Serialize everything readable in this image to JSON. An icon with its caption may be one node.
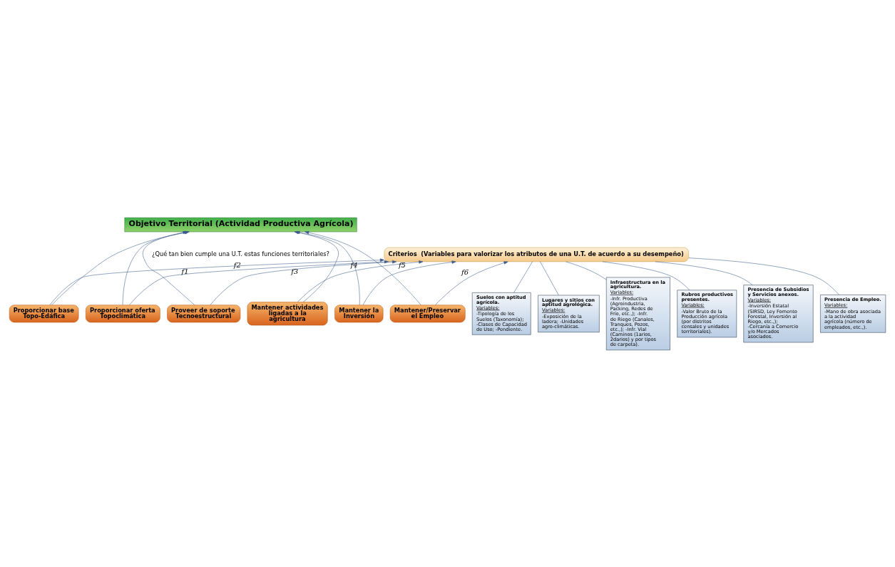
{
  "diagram": {
    "nodes": [
      {
        "text": [
          "Objetivo Territorial (Actividad Productiva Agrícola)"
        ]
      },
      {
        "text": [
          "Proporcionar base Topo-Edáfica"
        ]
      },
      {
        "text": [
          "Proporcionar oferta Topoclimática"
        ]
      },
      {
        "text": [
          "Proveer de soporte Tecnoestructural"
        ]
      },
      {
        "text": [
          "Mantener actividades ligadas a la agricultura"
        ]
      },
      {
        "text": [
          "Mantener la Inversión"
        ]
      },
      {
        "text": [
          "Mantener/Preservar el Empleo"
        ]
      },
      {
        "text": [
          "Criterios  (Variables para valorizar los atributos de una U.T. de acuerdo a su desempeño)"
        ]
      },
      {
        "text": [
          "Suelos con aptitud agrícola.",
          "Variables:",
          "-Tipología de los Suelos (Taxonomía); -Clases de Capacidad de Uso; -Pendiente."
        ]
      },
      {
        "text": [
          "Lugares y sitios con aptitud agrológica.",
          "Variables:",
          "-Exposición de la ladera; -Unidades agro-climáticas."
        ]
      },
      {
        "text": [
          "Infraestructura en la agricultura.",
          "Variables:",
          "-Infr. Productiva (Agroindustria, Packing, Redes de Frío, etc.,); -Infr. de Riego (Canales, Tranques, Pozos, etc.,); -Infr. Vial (Caminos (1arios, 2darios) y por tipos de carpeta)."
        ]
      },
      {
        "text": [
          "Rubros productivos presentes.",
          "Variables:",
          "-Valor Bruto de la Producción agrícola (por distritos censales y unidades territoriales)."
        ]
      },
      {
        "text": [
          "Presencia de Subsidios y Servicios anexos.",
          "Variables:",
          "-Inversión Estatal (SIRSD, Ley Fomento Forestal, Inversión al Riego, etc.,); -Cercanía a Comercio y/o Mercados asociados."
        ]
      },
      {
        "text": [
          "Presencia de Empleo.",
          "Variables:",
          "-Mano de obra asociada a la actividad agrícola (número de empleados, etc.,)."
        ]
      }
    ],
    "edges": [
      {
        "from": 1,
        "to": 0,
        "arrow": "to"
      },
      {
        "from": 2,
        "to": 0,
        "arrow": "to"
      },
      {
        "from": 3,
        "to": 0,
        "arrow": "to"
      },
      {
        "from": 4,
        "to": 0,
        "arrow": "to"
      },
      {
        "from": 5,
        "to": 0,
        "arrow": "to"
      },
      {
        "from": 6,
        "to": 0,
        "arrow": "to"
      },
      {
        "from": 1,
        "to": 7,
        "arrow": "to",
        "label": "f1"
      },
      {
        "from": 2,
        "to": 7,
        "arrow": "to",
        "label": "f2"
      },
      {
        "from": 3,
        "to": 7,
        "arrow": "to",
        "label": "f3"
      },
      {
        "from": 4,
        "to": 7,
        "arrow": "to",
        "label": "f4"
      },
      {
        "from": 5,
        "to": 7,
        "arrow": "to",
        "label": "f5"
      },
      {
        "from": 6,
        "to": 7,
        "arrow": "to",
        "label": "f6"
      },
      {
        "from": 7,
        "to": 8,
        "arrow": "none"
      },
      {
        "from": 7,
        "to": 9,
        "arrow": "none"
      },
      {
        "from": 7,
        "to": 10,
        "arrow": "none"
      },
      {
        "from": 7,
        "to": 11,
        "arrow": "none"
      },
      {
        "from": 7,
        "to": 12,
        "arrow": "none"
      },
      {
        "from": 7,
        "to": 13,
        "arrow": "none"
      }
    ],
    "labels": [
      "¿Qué tan bien cumple una U.T. estas funciones territoriales?"
    ]
  }
}
